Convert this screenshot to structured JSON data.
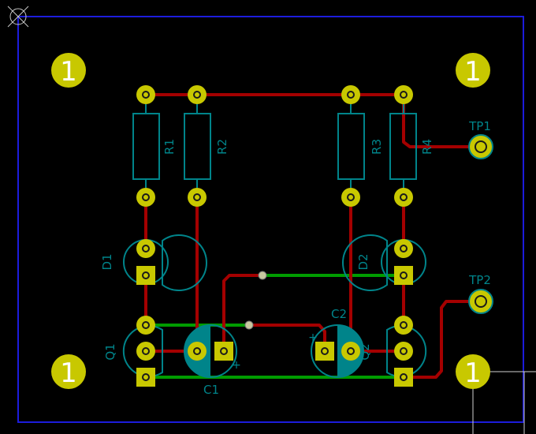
{
  "editor": {
    "title": "PCB layout",
    "colors": {
      "background": "#000000",
      "board_outline": "#1c1cdc",
      "front_copper": "#a40000",
      "back_copper": "#009c00",
      "pad": "#c8c800",
      "hole": "#1a1a1a",
      "silkscreen": "#00848a",
      "cap_fill": "#00848a",
      "crosshair": "#cccccc"
    }
  },
  "mounting_holes": [
    {
      "label": "1"
    },
    {
      "label": "1"
    },
    {
      "label": "1"
    },
    {
      "label": "1"
    }
  ],
  "components": {
    "R1": {
      "ref": "R1"
    },
    "R2": {
      "ref": "R2"
    },
    "R3": {
      "ref": "R3"
    },
    "R4": {
      "ref": "R4"
    },
    "D1": {
      "ref": "D1"
    },
    "D2": {
      "ref": "D2"
    },
    "Q1": {
      "ref": "Q1"
    },
    "Q2": {
      "ref": "Q2"
    },
    "C1": {
      "ref": "C1",
      "polarity": "+"
    },
    "C2": {
      "ref": "C2",
      "polarity": "+"
    },
    "TP1": {
      "ref": "TP1"
    },
    "TP2": {
      "ref": "TP2"
    }
  }
}
